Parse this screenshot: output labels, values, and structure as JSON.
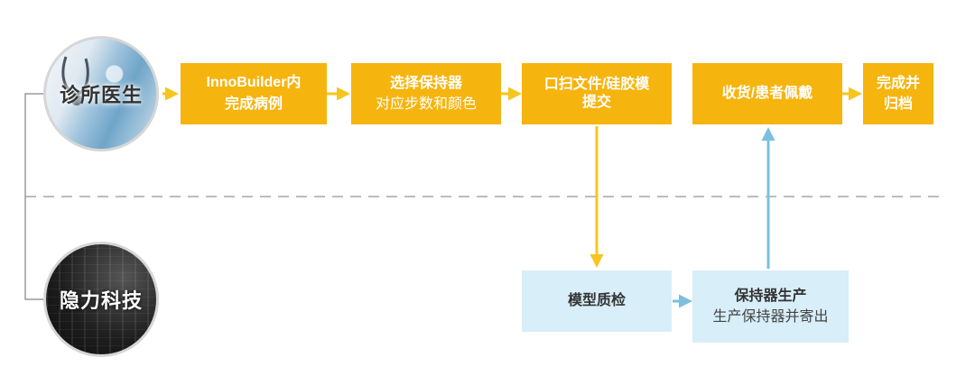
{
  "actors": {
    "doctor": {
      "label": "诊所医生"
    },
    "company": {
      "label": "隐力科技"
    }
  },
  "steps": {
    "step1": {
      "title": "InnoBuilder内",
      "sub": "完成病例"
    },
    "step2": {
      "title": "选择保持器",
      "sub": "对应步数和颜色"
    },
    "step3": {
      "title": "口扫文件/硅胶模",
      "sub": "提交"
    },
    "step4": {
      "title": "收货/患者佩戴"
    },
    "step5": {
      "title": "完成并",
      "sub": "归档"
    },
    "step6": {
      "title": "模型质检"
    },
    "step7": {
      "title": "保持器生产",
      "sub": "生产保持器并寄出"
    }
  },
  "colors": {
    "yellow_box": "#f6b40e",
    "blue_box": "#d8eef9",
    "yellow_arrow": "#f6c61e",
    "blue_arrow": "#7cbfe0",
    "divider": "#a6a6a6"
  }
}
